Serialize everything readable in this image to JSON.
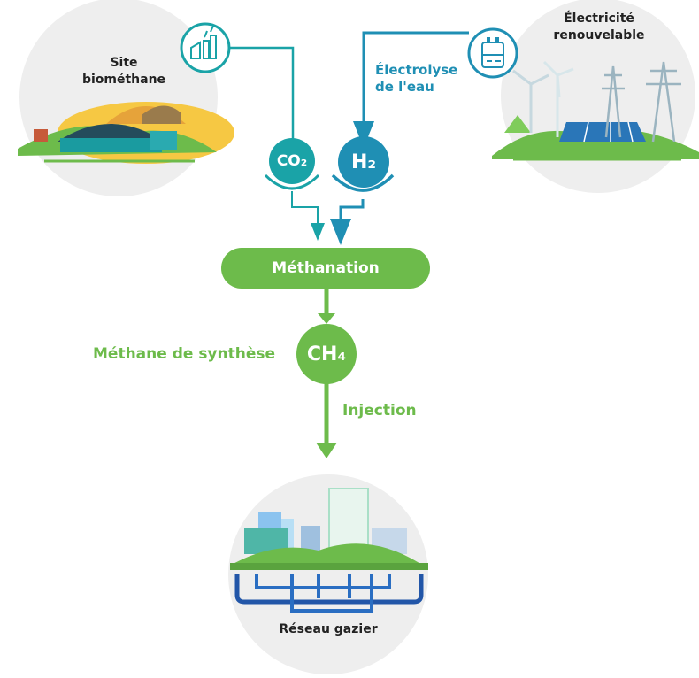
{
  "nodes": {
    "biomethane_site": "Site\nbiométhane",
    "renewable_electricity": "Électricité\nrenouvelable",
    "water_electrolysis": "Électrolyse\nde l'eau",
    "co2": "CO₂",
    "h2": "H₂",
    "methanation": "Méthanation",
    "synthetic_methane": "Méthane de synthèse",
    "ch4": "CH₄",
    "injection": "Injection",
    "gas_network": "Réseau gazier"
  },
  "colors": {
    "green": "#6dbb4b",
    "teal": "#1aa3a7",
    "blue": "#1f8fb4",
    "network_blue": "#2256a8",
    "circle_bg": "#eeeeee"
  },
  "icons": [
    "biomethane-plant-icon",
    "electrolyser-icon"
  ]
}
